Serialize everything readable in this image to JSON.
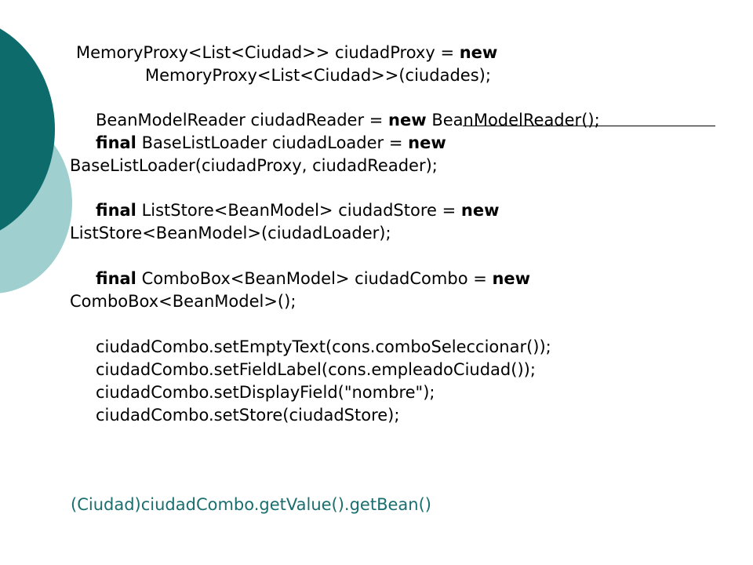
{
  "colors": {
    "deco_dark": "#0e6b6b",
    "deco_light": "#9fcfcf",
    "code_text": "#000000",
    "expression_text": "#1a6e6e"
  },
  "code": {
    "l1a": "MemoryProxy<List<Ciudad>> ciudadProxy = ",
    "l1kw": "new",
    "l2": "MemoryProxy<List<Ciudad>>(ciudades);",
    "l3": "BeanModelReader ciudadReader = ",
    "l3kw": "new",
    "l3b": " BeanModelReader();",
    "l4kw": "final",
    "l4a": " BaseListLoader ciudadLoader = ",
    "l4kw2": "new",
    "l5": "BaseListLoader(ciudadProxy, ciudadReader);",
    "l6kw": "final",
    "l6a": " ListStore<BeanModel> ciudadStore = ",
    "l6kw2": "new",
    "l7": "ListStore<BeanModel>(ciudadLoader);",
    "l8kw": "final",
    "l8a": " ComboBox<BeanModel> ciudadCombo = ",
    "l8kw2": "new",
    "l9": "ComboBox<BeanModel>();",
    "l10": "ciudadCombo.setEmptyText(cons.comboSeleccionar());",
    "l11": "ciudadCombo.setFieldLabel(cons.empleadoCiudad());",
    "l12": "ciudadCombo.setDisplayField(\"nombre\");",
    "l13": "ciudadCombo.setStore(ciudadStore);"
  },
  "expression": "(Ciudad)ciudadCombo.getValue().getBean()"
}
